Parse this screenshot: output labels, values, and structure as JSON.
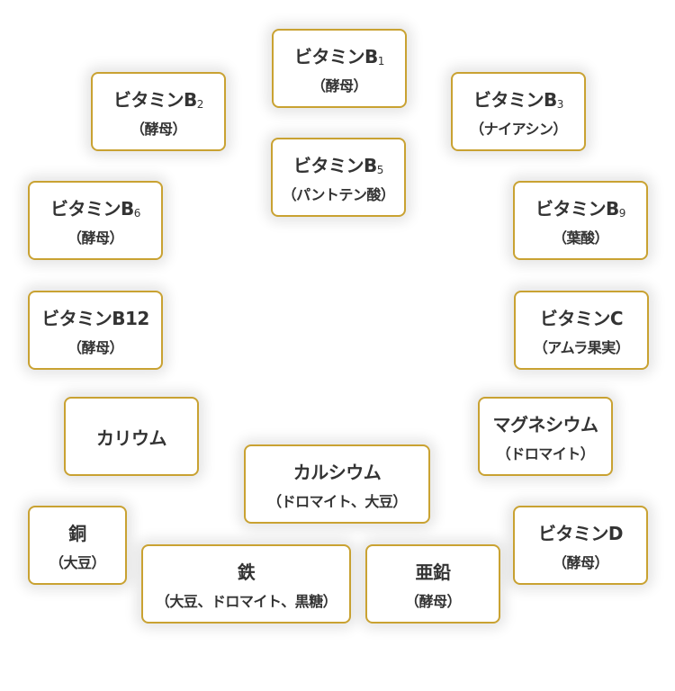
{
  "nutrients": [
    {
      "id": "b1",
      "name": "ビタミンB",
      "sub": "1",
      "source": "（酵母）"
    },
    {
      "id": "b2",
      "name": "ビタミンB",
      "sub": "2",
      "source": "（酵母）"
    },
    {
      "id": "b3",
      "name": "ビタミンB",
      "sub": "3",
      "source": "（ナイアシン）"
    },
    {
      "id": "b5",
      "name": "ビタミンB",
      "sub": "5",
      "source": "（パントテン酸）"
    },
    {
      "id": "b6",
      "name": "ビタミンB",
      "sub": "6",
      "source": "（酵母）"
    },
    {
      "id": "b9",
      "name": "ビタミンB",
      "sub": "9",
      "source": "（葉酸）"
    },
    {
      "id": "b12",
      "name": "ビタミンB12",
      "source": "（酵母）"
    },
    {
      "id": "c",
      "name": "ビタミンC",
      "source": "（アムラ果実）"
    },
    {
      "id": "kalium",
      "name": "カリウム"
    },
    {
      "id": "magnesium",
      "name": "マグネシウム",
      "source": "（ドロマイト）"
    },
    {
      "id": "calcium",
      "name": "カルシウム",
      "source": "（ドロマイト、大豆）"
    },
    {
      "id": "d",
      "name": "ビタミンD",
      "source": "（酵母）"
    },
    {
      "id": "copper",
      "name": "銅",
      "source": "（大豆）"
    },
    {
      "id": "iron",
      "name": "鉄",
      "source": "（大豆、ドロマイト、黒糖）"
    },
    {
      "id": "zinc",
      "name": "亜鉛",
      "source": "（酵母）"
    }
  ],
  "colors": {
    "border": "#c9a232",
    "text": "#333333"
  }
}
